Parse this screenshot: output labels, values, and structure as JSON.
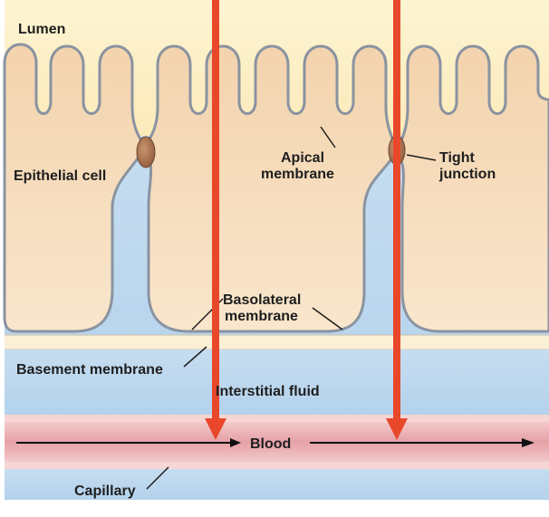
{
  "labels": {
    "lumen": "Lumen",
    "epithelial_cell": "Epithelial cell",
    "apical_membrane_line1": "Apical",
    "apical_membrane_line2": "membrane",
    "tight_junction_line1": "Tight",
    "tight_junction_line2": "junction",
    "basolateral_membrane_line1": "Basolateral",
    "basolateral_membrane_line2": "membrane",
    "basement_membrane": "Basement membrane",
    "interstitial_fluid": "Interstitial fluid",
    "blood": "Blood",
    "capillary": "Capillary"
  },
  "colors": {
    "lumen": "#fdf1c8",
    "cell": "#f6dfc0",
    "interstitial": "#bcd8ee",
    "blood": "#eab2b5",
    "capillary_wall": "#f5d6d4",
    "transport_arrow": "#e8472a",
    "tight_junction": "#b07a57",
    "text": "#1e1e1e"
  }
}
